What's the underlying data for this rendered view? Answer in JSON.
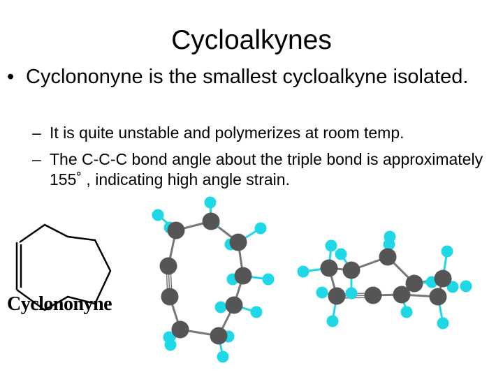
{
  "title": "Cycloalkynes",
  "bullets": [
    {
      "text": "Cyclononyne is the smallest cycloalkyne isolated.",
      "sub": [
        "It is quite unstable and polymerizes at room temp.",
        "The C-C-C bond angle about the triple bond is approximately 155˚  , indicating high angle strain."
      ]
    }
  ],
  "structure_label": "Cyclononyne",
  "colors": {
    "carbon": "#555555",
    "hydrogen": "#1ed8e6",
    "bond": "#777777"
  }
}
